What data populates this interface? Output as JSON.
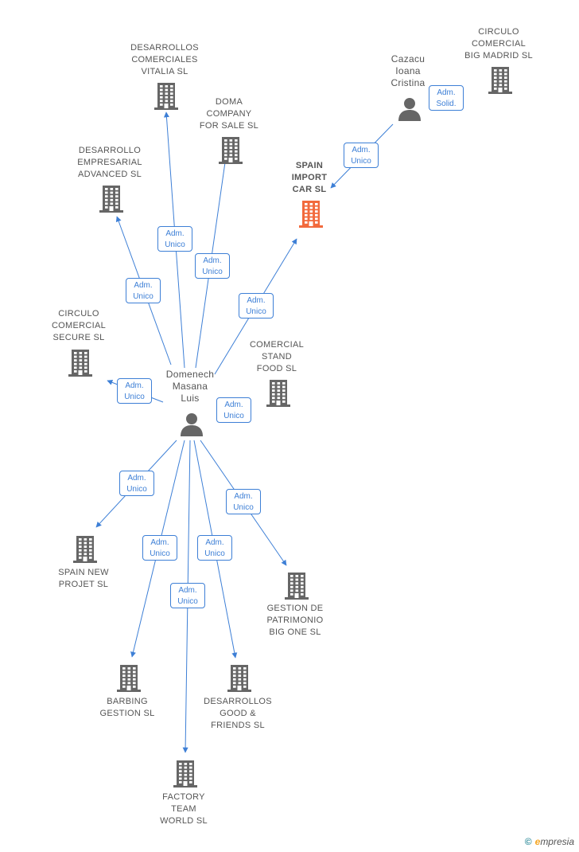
{
  "colors": {
    "edge": "#3d7fd6",
    "building": "#666666",
    "highlight": "#f26a3d"
  },
  "nodes": [
    {
      "id": "vitalia",
      "type": "company",
      "label": [
        "DESARROLLOS",
        "COMERCIALES",
        "VITALIA  SL"
      ]
    },
    {
      "id": "doma",
      "type": "company",
      "label": [
        "DOMA",
        "COMPANY",
        "FOR SALE SL"
      ]
    },
    {
      "id": "empresarial",
      "type": "company",
      "label": [
        "DESARROLLO",
        "EMPRESARIAL",
        "ADVANCED  SL"
      ]
    },
    {
      "id": "spainimport",
      "type": "company",
      "highlight": true,
      "label": [
        "SPAIN",
        "IMPORT",
        "CAR  SL"
      ]
    },
    {
      "id": "cazacu",
      "type": "person",
      "label": [
        "Cazacu",
        "Ioana",
        "Cristina"
      ]
    },
    {
      "id": "bigmadrid",
      "type": "company",
      "label": [
        "CIRCULO",
        "COMERCIAL",
        "BIG MADRID  SL"
      ]
    },
    {
      "id": "secure",
      "type": "company",
      "label": [
        "CIRCULO",
        "COMERCIAL",
        "SECURE  SL"
      ]
    },
    {
      "id": "standfood",
      "type": "company",
      "label": [
        "COMERCIAL",
        "STAND",
        "FOOD SL"
      ]
    },
    {
      "id": "domenech",
      "type": "person",
      "label": [
        "Domenech",
        "Masana",
        "Luis"
      ]
    },
    {
      "id": "spainnew",
      "type": "company",
      "label": [
        "SPAIN NEW",
        "PROJET  SL"
      ]
    },
    {
      "id": "bigone",
      "type": "company",
      "label": [
        "GESTION DE",
        "PATRIMONIO",
        "BIG ONE  SL"
      ]
    },
    {
      "id": "barbing",
      "type": "company",
      "label": [
        "BARBING",
        "GESTION SL"
      ]
    },
    {
      "id": "goodfriends",
      "type": "company",
      "label": [
        "DESARROLLOS",
        "GOOD &",
        "FRIENDS SL"
      ]
    },
    {
      "id": "factory",
      "type": "company",
      "label": [
        "FACTORY",
        "TEAM",
        "WORLD  SL"
      ]
    }
  ],
  "edges": [
    {
      "from": "domenech",
      "to": "vitalia",
      "label": [
        "Adm.",
        "Unico"
      ]
    },
    {
      "from": "domenech",
      "to": "doma",
      "label": [
        "Adm.",
        "Unico"
      ]
    },
    {
      "from": "domenech",
      "to": "empresarial",
      "label": [
        "Adm.",
        "Unico"
      ]
    },
    {
      "from": "domenech",
      "to": "spainimport",
      "label": [
        "Adm.",
        "Unico"
      ]
    },
    {
      "from": "cazacu",
      "to": "spainimport",
      "label": [
        "Adm.",
        "Unico"
      ]
    },
    {
      "from": "cazacu",
      "to": "spainimport",
      "label": [
        "Adm.",
        "Solid."
      ]
    },
    {
      "from": "domenech",
      "to": "secure",
      "label": [
        "Adm.",
        "Unico"
      ]
    },
    {
      "from": "domenech",
      "to": "standfood",
      "label": [
        "Adm.",
        "Unico"
      ]
    },
    {
      "from": "domenech",
      "to": "spainnew",
      "label": [
        "Adm.",
        "Unico"
      ]
    },
    {
      "from": "domenech",
      "to": "bigone",
      "label": [
        "Adm.",
        "Unico"
      ]
    },
    {
      "from": "domenech",
      "to": "barbing",
      "label": [
        "Adm.",
        "Unico"
      ]
    },
    {
      "from": "domenech",
      "to": "goodfriends",
      "label": [
        "Adm.",
        "Unico"
      ]
    },
    {
      "from": "domenech",
      "to": "factory",
      "label": [
        "Adm.",
        "Unico"
      ]
    }
  ],
  "footer": {
    "copyright": "©",
    "brand_initial": "e",
    "brand_rest": "mpresia"
  }
}
